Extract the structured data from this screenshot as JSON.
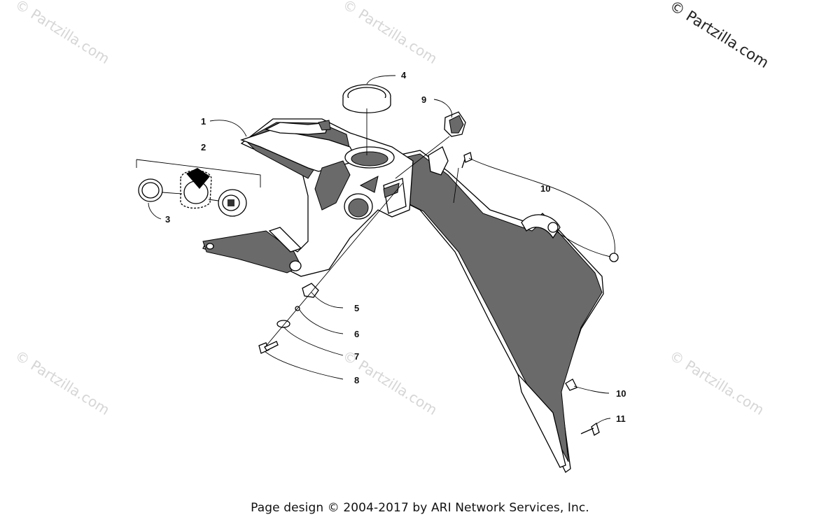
{
  "footer": {
    "text": "Page design © 2004-2017 by ARI Network Services, Inc."
  },
  "watermark": {
    "text": "© Partzilla.com"
  },
  "callouts": [
    {
      "id": "1",
      "label": "1"
    },
    {
      "id": "2",
      "label": "2"
    },
    {
      "id": "3",
      "label": "3"
    },
    {
      "id": "4",
      "label": "4"
    },
    {
      "id": "5",
      "label": "5"
    },
    {
      "id": "6",
      "label": "6"
    },
    {
      "id": "7",
      "label": "7"
    },
    {
      "id": "8",
      "label": "8"
    },
    {
      "id": "9",
      "label": "9"
    },
    {
      "id": "10a",
      "label": "10"
    },
    {
      "id": "10b",
      "label": "10"
    },
    {
      "id": "11",
      "label": "11"
    }
  ]
}
